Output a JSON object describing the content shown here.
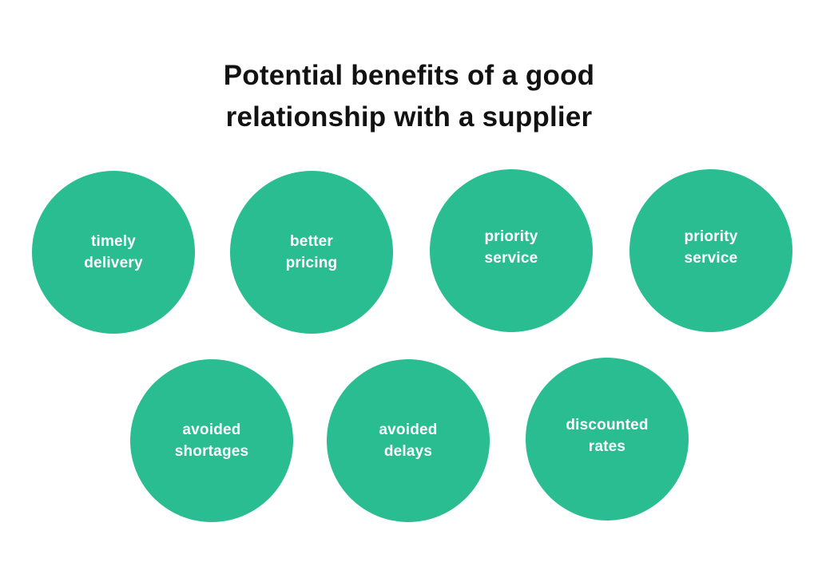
{
  "title": {
    "line1": "Potential benefits of a good",
    "line2": "relationship with a supplier"
  },
  "colors": {
    "circle_fill": "#2abd92",
    "circle_text": "#ffffff",
    "title_text": "#121212",
    "background": "#ffffff"
  },
  "circles": [
    {
      "label": "timely delivery",
      "line1": "timely",
      "line2": "delivery"
    },
    {
      "label": "better pricing",
      "line1": "better",
      "line2": "pricing"
    },
    {
      "label": "priority service",
      "line1": "priority",
      "line2": "service"
    },
    {
      "label": "priority service",
      "line1": "priority",
      "line2": "service"
    },
    {
      "label": "avoided shortages",
      "line1": "avoided",
      "line2": "shortages"
    },
    {
      "label": "avoided delays",
      "line1": "avoided",
      "line2": "delays"
    },
    {
      "label": "discounted rates",
      "line1": "discounted",
      "line2": "rates"
    }
  ]
}
